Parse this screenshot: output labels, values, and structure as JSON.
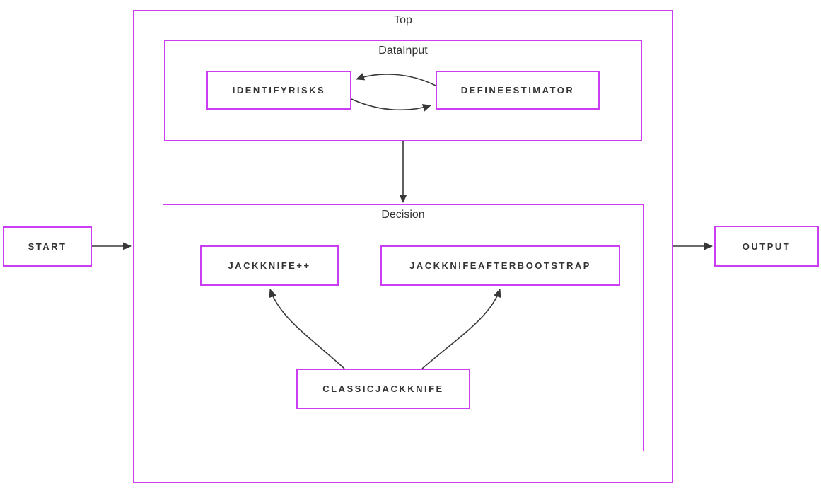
{
  "colors": {
    "accent": "#cb3df0",
    "arrow": "#383838",
    "text": "#333333",
    "node_fill": "#ffffff",
    "background": "#ffffff"
  },
  "containers": {
    "top": {
      "label": "Top"
    },
    "datainput": {
      "label": "DataInput"
    },
    "decision": {
      "label": "Decision"
    }
  },
  "nodes": {
    "start": {
      "label": "START"
    },
    "identifyrisks": {
      "label": "IDENTIFYRISKS"
    },
    "defineestimator": {
      "label": "DEFINEESTIMATOR"
    },
    "jackknifepp": {
      "label": "JACKKNIFE++"
    },
    "jackknifeafterbootstrap": {
      "label": "JACKKNIFEAFTERBOOTSTRAP"
    },
    "classicjackknife": {
      "label": "CLASSICJACKKNIFE"
    },
    "output": {
      "label": "OUTPUT"
    }
  },
  "edges": [
    {
      "from": "START",
      "to": "Top"
    },
    {
      "from": "DEFINEESTIMATOR",
      "to": "IDENTIFYRISKS"
    },
    {
      "from": "IDENTIFYRISKS",
      "to": "DEFINEESTIMATOR"
    },
    {
      "from": "DataInput",
      "to": "Decision"
    },
    {
      "from": "CLASSICJACKKNIFE",
      "to": "JACKKNIFE++"
    },
    {
      "from": "CLASSICJACKKNIFE",
      "to": "JACKKNIFEAFTERBOOTSTRAP"
    },
    {
      "from": "Top",
      "to": "OUTPUT"
    }
  ]
}
